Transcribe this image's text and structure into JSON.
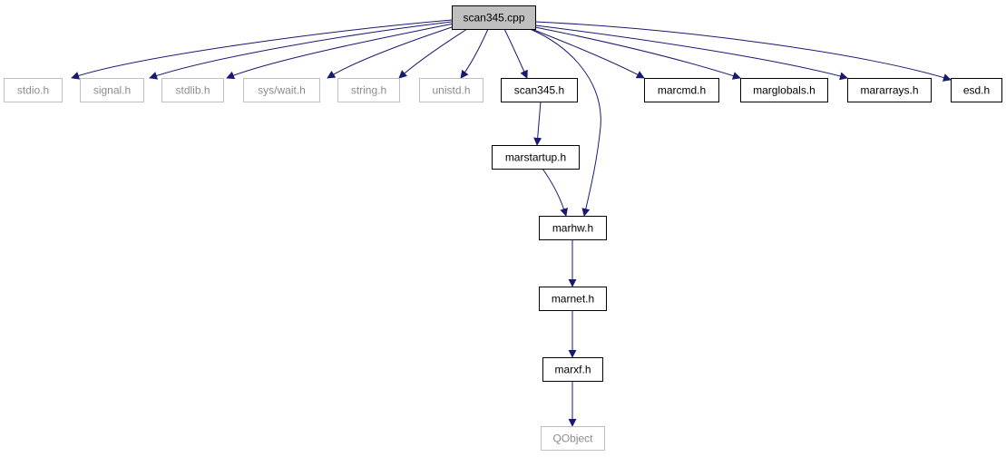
{
  "diagram": {
    "colors": {
      "edge": "#191970",
      "root_fill": "#bfbfbf",
      "doc_border": "#000000",
      "undoc_border": "#bfbfbf",
      "doc_text": "#000000",
      "undoc_text": "#8c8c8c"
    },
    "nodes": [
      {
        "id": "n0",
        "label": "scan345.cpp",
        "kind": "root"
      },
      {
        "id": "n1",
        "label": "stdio.h",
        "kind": "external"
      },
      {
        "id": "n2",
        "label": "signal.h",
        "kind": "external"
      },
      {
        "id": "n3",
        "label": "stdlib.h",
        "kind": "external"
      },
      {
        "id": "n4",
        "label": "sys/wait.h",
        "kind": "external"
      },
      {
        "id": "n5",
        "label": "string.h",
        "kind": "external"
      },
      {
        "id": "n6",
        "label": "unistd.h",
        "kind": "external"
      },
      {
        "id": "n7",
        "label": "scan345.h",
        "kind": "documented"
      },
      {
        "id": "n8",
        "label": "marcmd.h",
        "kind": "documented"
      },
      {
        "id": "n9",
        "label": "marglobals.h",
        "kind": "documented"
      },
      {
        "id": "n10",
        "label": "mararrays.h",
        "kind": "documented"
      },
      {
        "id": "n11",
        "label": "esd.h",
        "kind": "documented"
      },
      {
        "id": "n12",
        "label": "marstartup.h",
        "kind": "documented"
      },
      {
        "id": "n13",
        "label": "marhw.h",
        "kind": "documented"
      },
      {
        "id": "n14",
        "label": "marnet.h",
        "kind": "documented"
      },
      {
        "id": "n15",
        "label": "marxf.h",
        "kind": "documented"
      },
      {
        "id": "n16",
        "label": "QObject",
        "kind": "external"
      }
    ],
    "edges": [
      {
        "from": "n0",
        "to": "n1"
      },
      {
        "from": "n0",
        "to": "n2"
      },
      {
        "from": "n0",
        "to": "n3"
      },
      {
        "from": "n0",
        "to": "n4"
      },
      {
        "from": "n0",
        "to": "n5"
      },
      {
        "from": "n0",
        "to": "n6"
      },
      {
        "from": "n0",
        "to": "n7"
      },
      {
        "from": "n0",
        "to": "n13"
      },
      {
        "from": "n0",
        "to": "n8"
      },
      {
        "from": "n0",
        "to": "n9"
      },
      {
        "from": "n0",
        "to": "n10"
      },
      {
        "from": "n0",
        "to": "n11"
      },
      {
        "from": "n7",
        "to": "n12"
      },
      {
        "from": "n12",
        "to": "n13"
      },
      {
        "from": "n13",
        "to": "n14"
      },
      {
        "from": "n14",
        "to": "n15"
      },
      {
        "from": "n15",
        "to": "n16"
      }
    ]
  }
}
